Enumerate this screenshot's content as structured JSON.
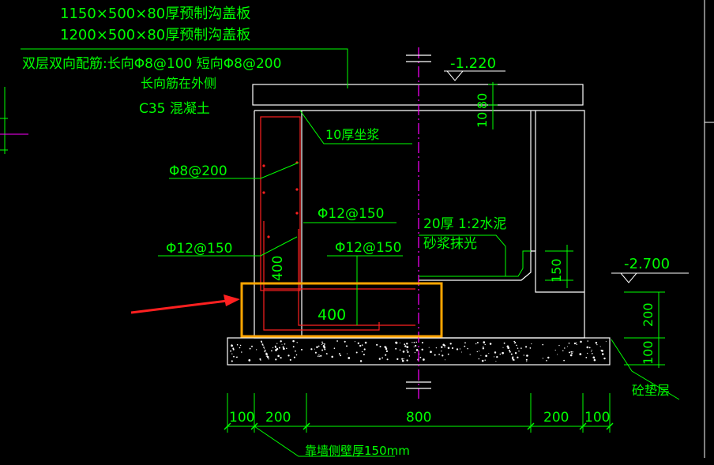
{
  "colors": {
    "background": "#000000",
    "outline": "#ffffff",
    "text": "#00ff00",
    "rebar": "#ff2020",
    "centerline": "#ff00ff",
    "highlight": "#ffa500",
    "pointer": "#ff2020"
  },
  "notes": {
    "cover1": "1150×500×80厚预制沟盖板",
    "cover2": "1200×500×80厚预制沟盖板",
    "rebar": "双层双向配筋:长向Φ8@100 短向Φ8@200",
    "rebar2": "长向筋在外侧",
    "concrete": "C35 混凝土"
  },
  "labels": {
    "mortar10": "10厚坐浆",
    "phi8_200": "Φ8@200",
    "phi12_150_a": "Φ12@150",
    "phi12_150_b": "Φ12@150",
    "phi12_150_c": "Φ12@150",
    "plaster1": "20厚 1:2水泥",
    "plaster2": "砂浆抹光",
    "cushion": "砼垫层",
    "wall_note": "靠墙侧壁厚150mm"
  },
  "elevations": {
    "top": "-1.220",
    "bottom": "-2.700"
  },
  "dims": {
    "cover_thk": "80",
    "cover_thk_prefix": "10",
    "step_h": "150",
    "wall_400_v": "400",
    "base_400_h": "400",
    "right_200": "200",
    "right_100": "100",
    "bottom": [
      "100",
      "200",
      "800",
      "200",
      "100"
    ]
  }
}
